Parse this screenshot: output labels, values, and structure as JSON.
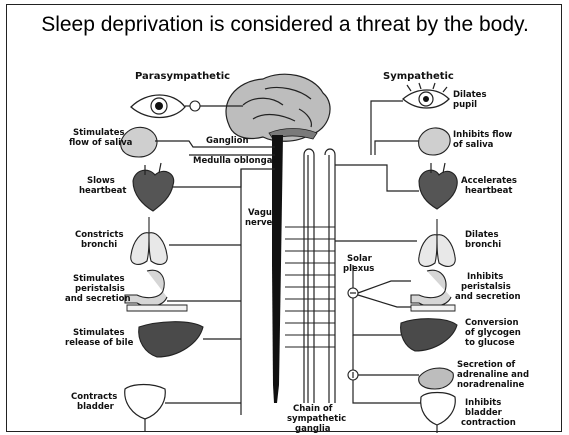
{
  "title": "Sleep deprivation is considered a threat by the body.",
  "headers": {
    "left": "Parasympathetic",
    "right": "Sympathetic"
  },
  "center_labels": {
    "ganglion": "Ganglion",
    "medulla": "Medulla oblongata",
    "vagus": [
      "Vagus",
      "nerve"
    ],
    "solar": [
      "Solar",
      "plexus"
    ],
    "chain": [
      "Chain of",
      "sympathetic",
      "ganglia"
    ]
  },
  "left_labels": [
    [
      "Stimulates",
      "flow of saliva"
    ],
    [
      "Slows",
      "heartbeat"
    ],
    [
      "Constricts",
      "bronchi"
    ],
    [
      "Stimulates",
      "peristalsis",
      "and secretion"
    ],
    [
      "Stimulates",
      "release of bile"
    ],
    [
      "Contracts",
      "bladder"
    ]
  ],
  "right_labels": [
    [
      "Dilates",
      "pupil"
    ],
    [
      "Inhibits flow",
      "of saliva"
    ],
    [
      "Accelerates",
      "heartbeat"
    ],
    [
      "Dilates",
      "bronchi"
    ],
    [
      "Inhibits",
      "peristalsis",
      "and secretion"
    ],
    [
      "Conversion",
      "of glycogen",
      "to glucose"
    ],
    [
      "Secretion of",
      "adrenaline and",
      "noradrenaline"
    ],
    [
      "Inhibits",
      "bladder",
      "contraction"
    ]
  ],
  "icons": [
    "eye-icon",
    "brain-icon",
    "salivary-gland-icon",
    "heart-icon",
    "lungs-icon",
    "stomach-icon",
    "liver-icon",
    "bladder-icon",
    "adrenal-gland-icon"
  ]
}
